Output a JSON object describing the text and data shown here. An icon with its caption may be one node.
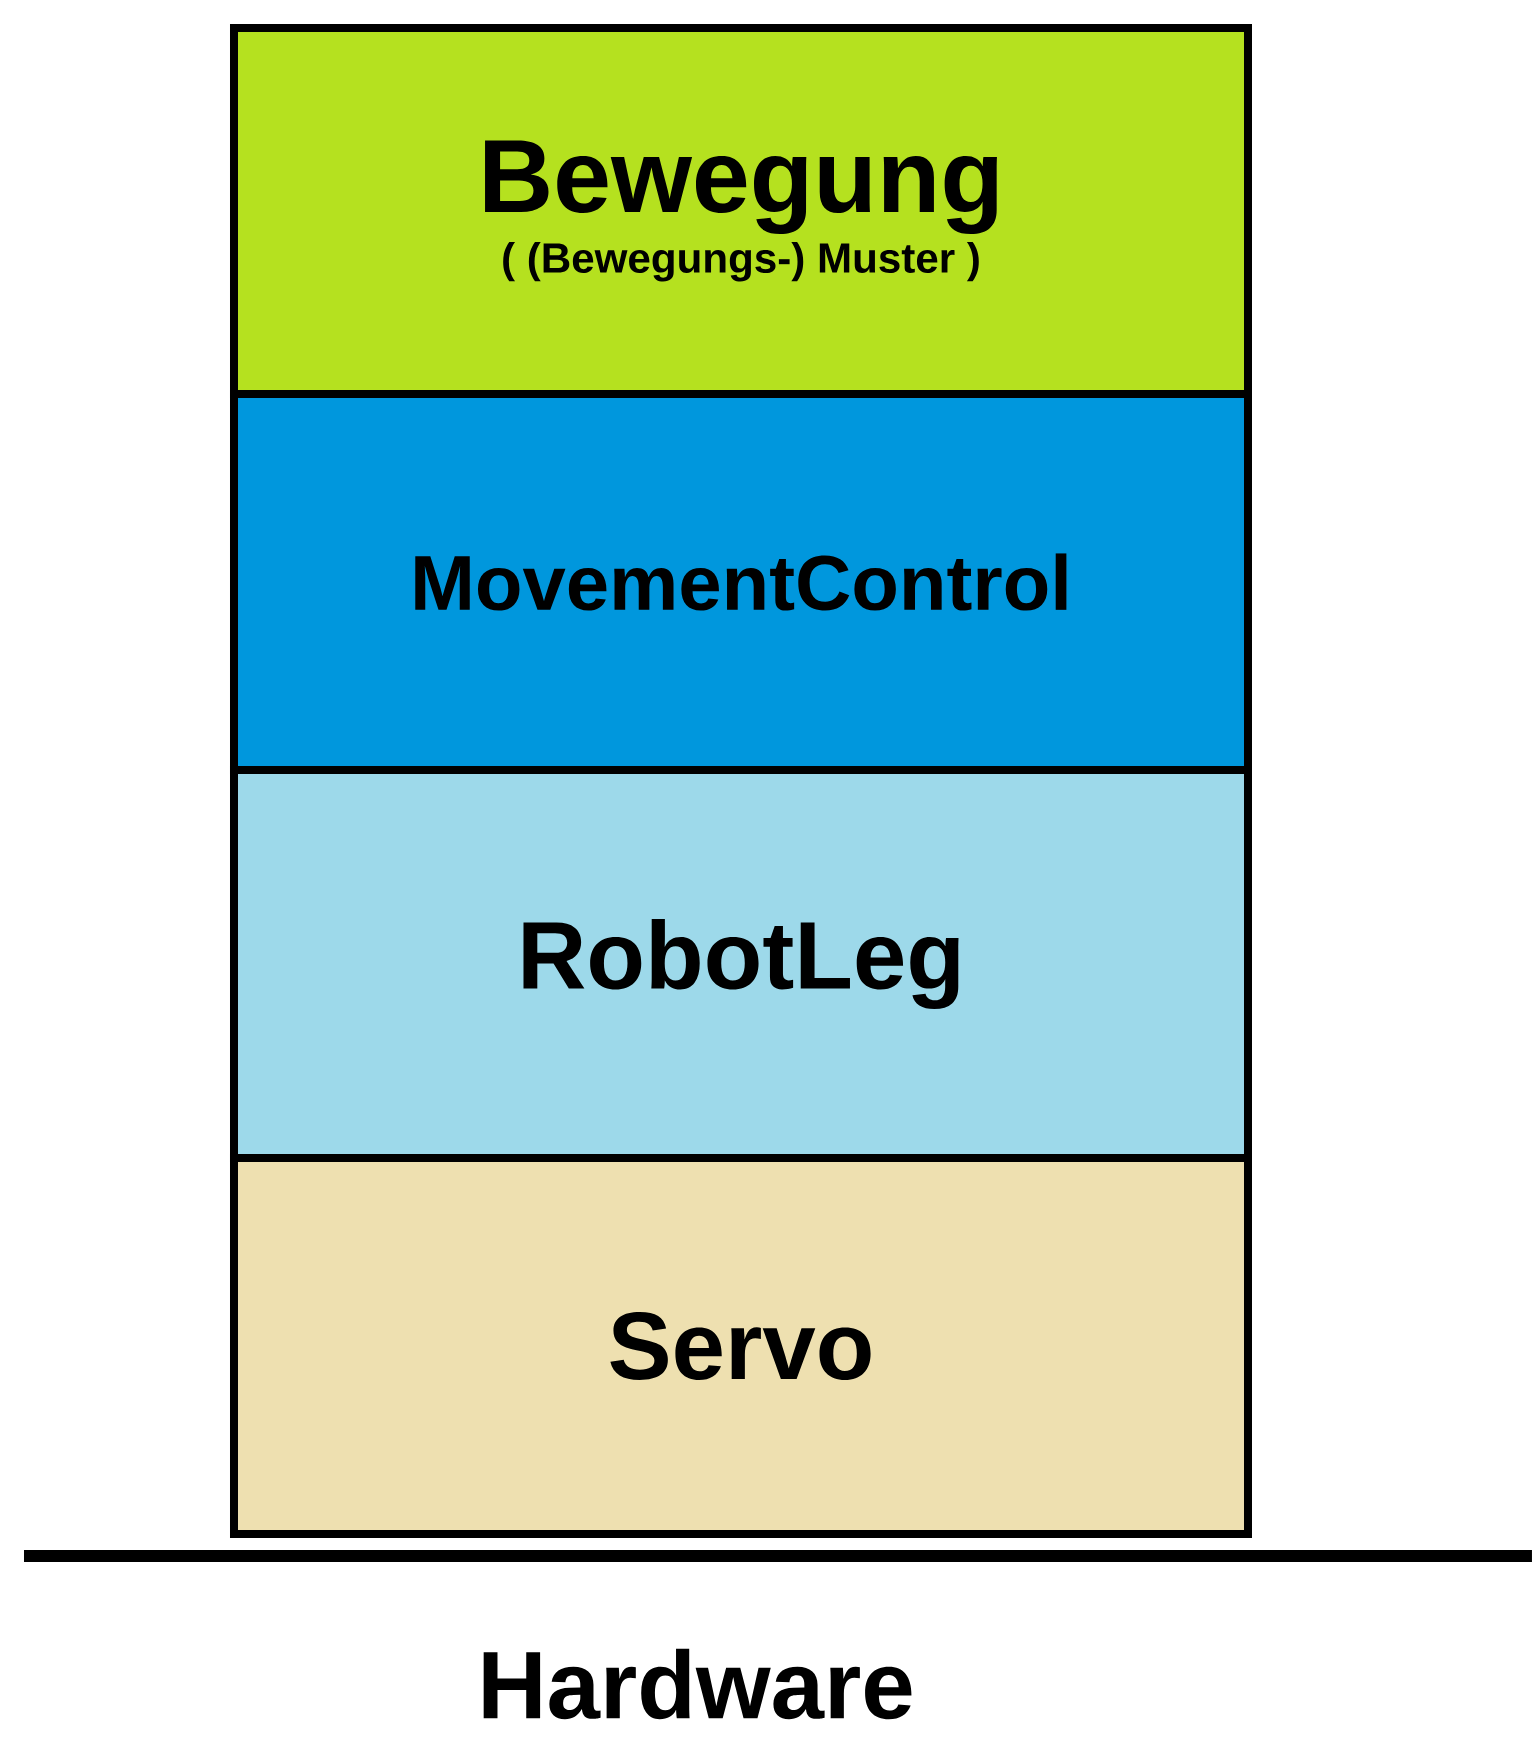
{
  "diagram": {
    "nodes": [
      {
        "text": [
          "Bewegung",
          "( (Bewegungs-) Muster )"
        ]
      },
      {
        "text": [
          "MovementControl"
        ]
      },
      {
        "text": [
          "RobotLeg"
        ]
      },
      {
        "text": [
          "Servo"
        ]
      }
    ],
    "labels": [
      "Hardware"
    ]
  }
}
